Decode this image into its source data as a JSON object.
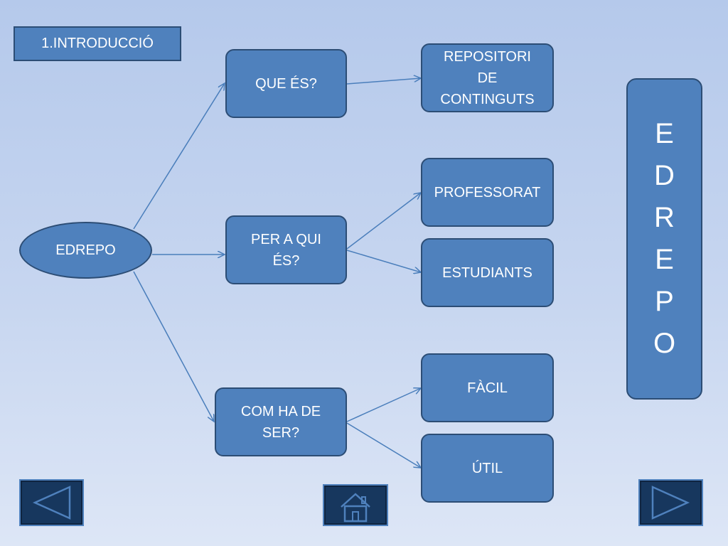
{
  "title": "1.INTRODUCCIÓ",
  "root": {
    "label": "EDREPO"
  },
  "questions": [
    {
      "label": "QUE ÉS?"
    },
    {
      "label": "PER A QUI\nÉS?"
    },
    {
      "label": "COM HA DE\nSER?"
    }
  ],
  "answers": [
    {
      "label": "REPOSITORI\nDE\nCONTINGUTS"
    },
    {
      "label": "PROFESSORAT"
    },
    {
      "label": "ESTUDIANTS"
    },
    {
      "label": "FÀCIL"
    },
    {
      "label": "ÚTIL"
    }
  ],
  "vertical_letters": [
    "E",
    "D",
    "R",
    "E",
    "P",
    "O"
  ],
  "nav": {
    "prev_icon": "triangle-left-icon",
    "home_icon": "home-icon",
    "next_icon": "triangle-right-icon"
  },
  "colors": {
    "box_fill": "#4f81bd",
    "box_border": "#2c4d75",
    "nav_fill": "#17375e",
    "connector": "#4a7ebb"
  }
}
